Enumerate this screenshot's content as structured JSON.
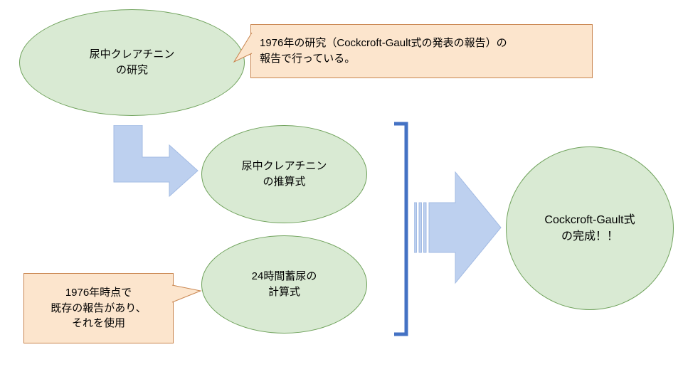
{
  "colors": {
    "node_fill": "#d9ead3",
    "node_border": "#6fa25b",
    "callout_fill": "#fce5cd",
    "callout_border": "#c9854f",
    "arrow_fill": "#bdd0ef",
    "bracket": "#4472c4"
  },
  "nodes": {
    "research": {
      "line1": "尿中クレアチニン",
      "line2": "の研究"
    },
    "estimation": {
      "line1": "尿中クレアチニン",
      "line2": "の推算式"
    },
    "collection24h": {
      "line1": "24時間蓄尿の",
      "line2": "計算式"
    },
    "result": {
      "line1": "Cockcroft-Gault式",
      "line2": "の完成！！"
    }
  },
  "callouts": {
    "study": {
      "line1": "1976年の研究（Cockcroft-Gault式の発表の報告）の",
      "line2": "報告で行っている。"
    },
    "existing": {
      "line1": "1976年時点で",
      "line2": "既存の報告があり、",
      "line3": "それを使用"
    }
  }
}
